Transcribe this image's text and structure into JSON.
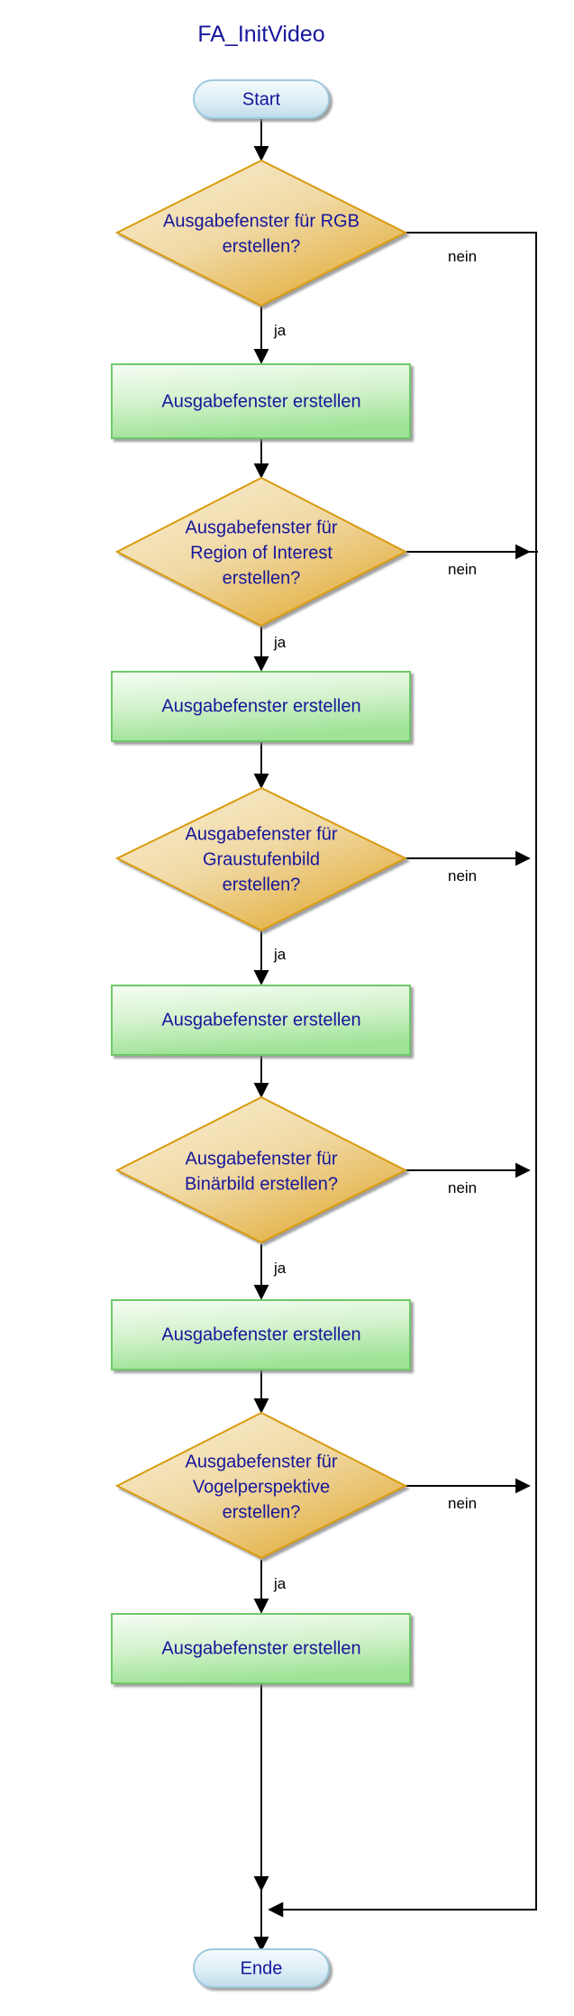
{
  "diagram": {
    "title": "FA_InitVideo",
    "type": "flowchart",
    "language": "de",
    "colors": {
      "terminator_fill_light": "#f2fafd",
      "terminator_fill_dark": "#bfdcea",
      "terminator_stroke": "#9ec8dc",
      "decision_fill_light": "#f7e5bd",
      "decision_fill_dark": "#e5a829",
      "decision_stroke": "#d99b10",
      "process_fill_light": "#f2fbf0",
      "process_fill_dark": "#a2e59a",
      "process_stroke": "#6ec96a",
      "text": "#16169c",
      "line": "#000000",
      "label": "#000000"
    },
    "start_node": {
      "label": "Start",
      "shape": "terminator"
    },
    "end_node": {
      "label": "Ende",
      "shape": "terminator"
    },
    "branch_labels": {
      "yes": "ja",
      "no": "nein"
    },
    "steps": [
      {
        "decision": "Ausgabefenster für RGB erstellen?",
        "decision_lines": [
          "Ausgabefenster für RGB",
          "erstellen?"
        ],
        "yes_label": "ja",
        "no_label": "nein",
        "process": "Ausgabefenster erstellen"
      },
      {
        "decision": "Ausgabefenster für Region of Interest erstellen?",
        "decision_lines": [
          "Ausgabefenster für",
          "Region of Interest",
          "erstellen?"
        ],
        "yes_label": "ja",
        "no_label": "nein",
        "process": "Ausgabefenster erstellen"
      },
      {
        "decision": "Ausgabefenster für Graustufenbild erstellen?",
        "decision_lines": [
          "Ausgabefenster für",
          "Graustufenbild",
          "erstellen?"
        ],
        "yes_label": "ja",
        "no_label": "nein",
        "process": "Ausgabefenster erstellen"
      },
      {
        "decision": "Ausgabefenster für Binärbild erstellen?",
        "decision_lines": [
          "Ausgabefenster für",
          "Binärbild erstellen?"
        ],
        "yes_label": "ja",
        "no_label": "nein",
        "process": "Ausgabefenster erstellen"
      },
      {
        "decision": "Ausgabefenster für Vogelperspektive erstellen?",
        "decision_lines": [
          "Ausgabefenster für",
          "Vogelperspektive",
          "erstellen?"
        ],
        "yes_label": "ja",
        "no_label": "nein",
        "process": "Ausgabefenster erstellen"
      }
    ]
  }
}
